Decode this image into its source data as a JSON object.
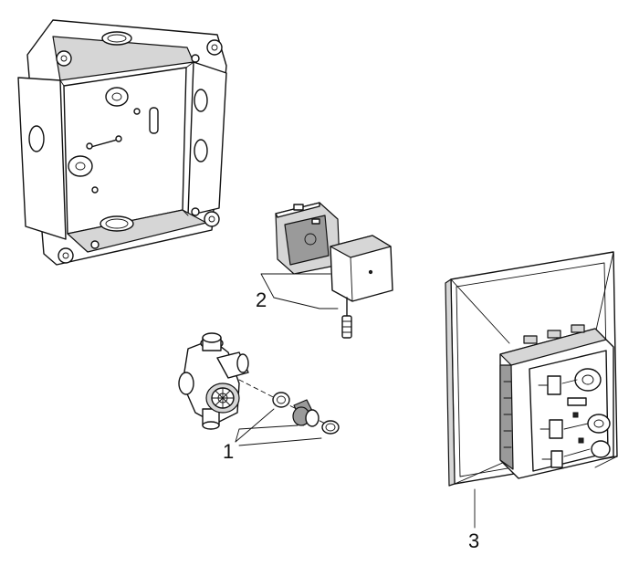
{
  "callouts": {
    "item1": "1",
    "item2": "2",
    "item3": "3"
  },
  "colors": {
    "line": "#111111",
    "shade": "#d6d6d6",
    "dark": "#9a9a9a",
    "background": "#ffffff"
  }
}
